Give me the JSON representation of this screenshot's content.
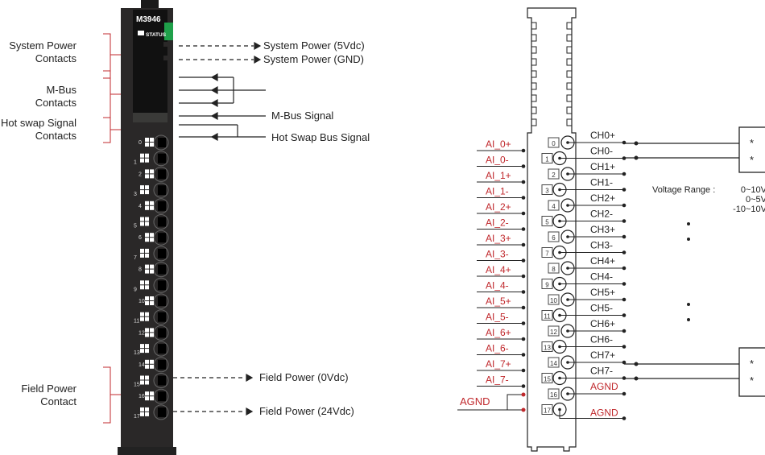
{
  "module": {
    "model": "M3946",
    "status_label": "STATUS",
    "status_led_color": "#1fa04a",
    "terminal_numbers": [
      "0",
      "1",
      "2",
      "3",
      "4",
      "5",
      "6",
      "7",
      "8",
      "9",
      "10",
      "11",
      "12",
      "13",
      "14",
      "15",
      "16",
      "17"
    ]
  },
  "left_labels": {
    "system_power_contacts": [
      "System Power",
      "Contacts"
    ],
    "mbus_contacts": [
      "M-Bus",
      "Contacts"
    ],
    "hot_swap_contacts": [
      "Hot swap Signal",
      "Contacts"
    ],
    "field_power_contact": [
      "Field Power",
      "Contact"
    ]
  },
  "signals": {
    "system_power_5v": "System Power (5Vdc)",
    "system_power_gnd": "System Power (GND)",
    "mbus_signal": "M-Bus Signal",
    "hot_swap_signal": "Hot Swap Bus Signal",
    "field_power_0v": "Field Power (0Vdc)",
    "field_power_24v": "Field Power (24Vdc)"
  },
  "wiring": {
    "ai_labels": [
      "AI_0+",
      "AI_0-",
      "AI_1+",
      "AI_1-",
      "AI_2+",
      "AI_2-",
      "AI_3+",
      "AI_3-",
      "AI_4+",
      "AI_4-",
      "AI_5+",
      "AI_5-",
      "AI_6+",
      "AI_6-",
      "AI_7+",
      "AI_7-"
    ],
    "ch_labels": [
      "CH0+",
      "CH0-",
      "CH1+",
      "CH1-",
      "CH2+",
      "CH2-",
      "CH3+",
      "CH3-",
      "CH4+",
      "CH4-",
      "CH5+",
      "CH5-",
      "CH6+",
      "CH6-",
      "CH7+",
      "CH7-",
      "AGND",
      "AGND"
    ],
    "agnd_left": "AGND",
    "sensor_marks": [
      "*",
      "*"
    ],
    "voltage_range_label": "Voltage Range :",
    "voltage_ranges": [
      "0~10V",
      "0~5V",
      "-10~10V"
    ],
    "label_color": "#c0282c"
  }
}
